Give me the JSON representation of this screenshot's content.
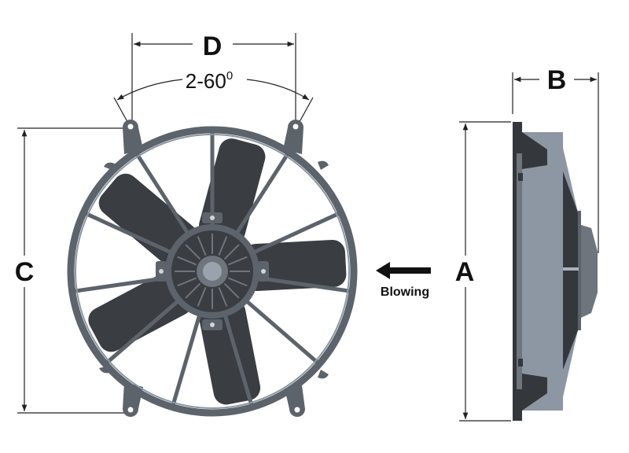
{
  "diagram": {
    "title": "Fan dimension drawing",
    "labels": {
      "d": "D",
      "angle_value": "2-60",
      "angle_sup": "0",
      "c": "C",
      "a": "A",
      "b": "B",
      "blowing": "Blowing"
    },
    "colors": {
      "frame": "#5c636b",
      "blade": "#3a3d42",
      "hub": "#6e757d",
      "side_light": "#8d97a3",
      "side_dark": "#34373b"
    },
    "blade_count": 5,
    "spoke_count": 11
  }
}
